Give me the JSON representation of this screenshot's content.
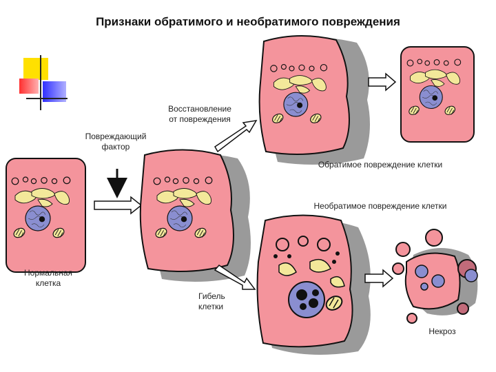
{
  "title": "Признаки обратимого и необратимого повреждения",
  "labels": {
    "recovery": [
      "Восстановление",
      "от повреждения"
    ],
    "damaging_factor": [
      "Повреждающий",
      "фактор"
    ],
    "reversible": "Обратимое повреждение клетки",
    "irreversible": "Необратимое повреждение клетки",
    "normal_cell": [
      "Нормальная",
      "клетка"
    ],
    "cell_death": [
      "Гибель",
      "клетки"
    ],
    "necrosis": "Некроз"
  },
  "colors": {
    "cell": "#f4949c",
    "cell_shadow": "#9a9a9a",
    "nucleus": "#8a8ed0",
    "organelle": "#f3e89a",
    "outline": "#111111",
    "deco_yellow": "#ffe000",
    "deco_red": "#ff2020",
    "deco_blue": "#2020ff"
  }
}
